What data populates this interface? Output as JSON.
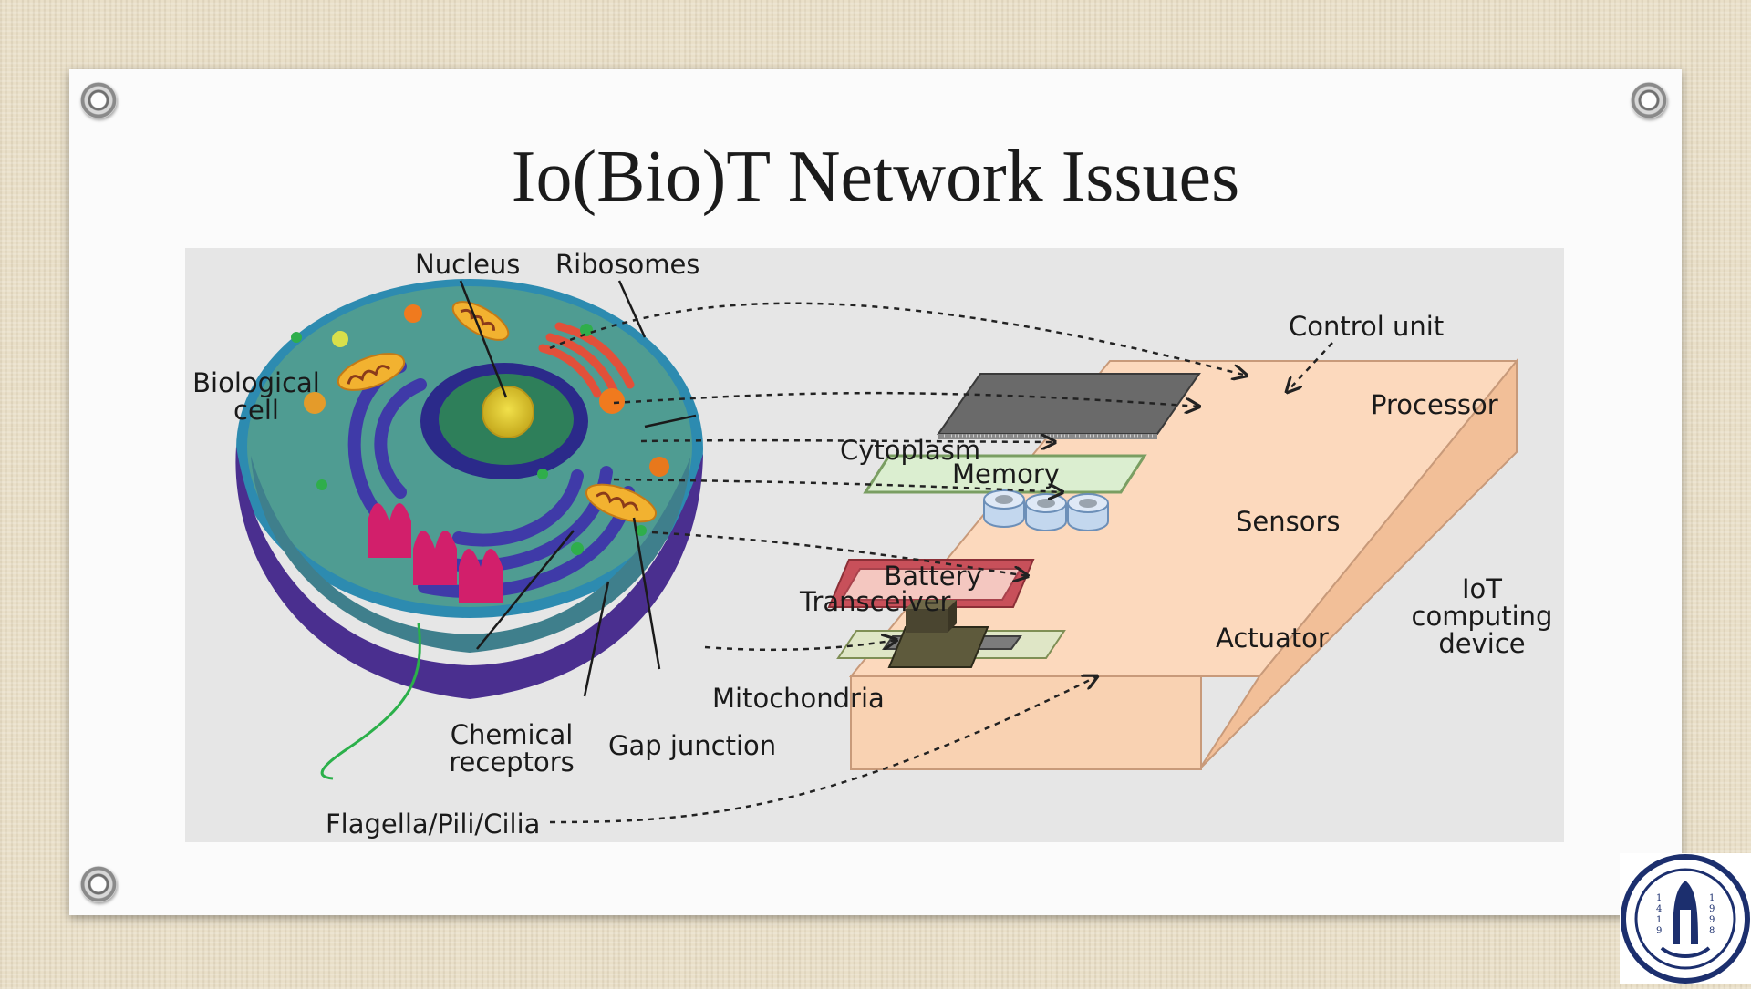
{
  "slide": {
    "title": "Io(Bio)T Network Issues"
  },
  "diagram": {
    "cell_labels": {
      "nucleus": "Nucleus",
      "ribosomes": "Ribosomes",
      "biological_cell_1": "Biological",
      "biological_cell_2": "cell",
      "cytoplasm": "Cytoplasm",
      "transceiver": "Transceiver",
      "mitochondria": "Mitochondria",
      "chemical_receptors_1": "Chemical",
      "chemical_receptors_2": "receptors",
      "gap_junction": "Gap junction",
      "flagella": "Flagella/Pili/Cilia"
    },
    "device_labels": {
      "control_unit": "Control unit",
      "processor": "Processor",
      "memory": "Memory",
      "sensors": "Sensors",
      "battery": "Battery",
      "actuator": "Actuator",
      "iot_device_1": "IoT",
      "iot_device_2": "computing",
      "iot_device_3": "device"
    }
  },
  "logo": {
    "years_left": [
      "1",
      "4",
      "1",
      "9"
    ],
    "years_right": [
      "1",
      "9",
      "9",
      "8"
    ]
  },
  "colors": {
    "device_body": "#fcd9bd",
    "cell_outer": "#4a2f8f",
    "cell_interior": "#4f9c92",
    "memory_green": "#dbeed0",
    "battery_red": "#c8505a",
    "figure_bg": "#e6e6e6"
  }
}
